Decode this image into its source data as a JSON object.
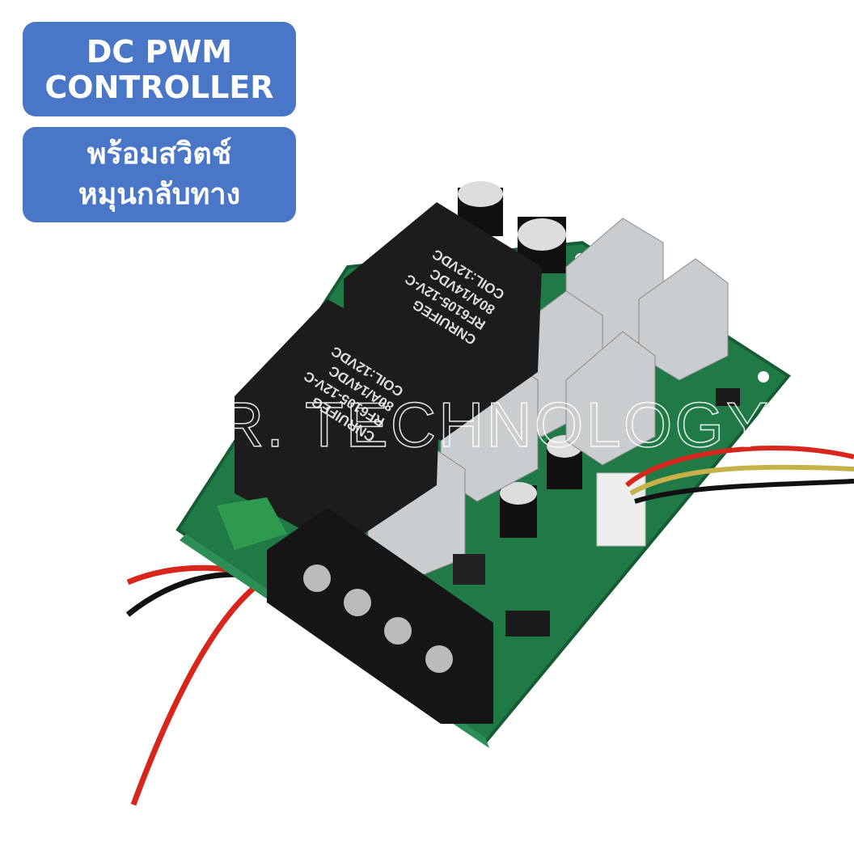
{
  "labels": {
    "title_line1": "DC PWM",
    "title_line2": "CONTROLLER",
    "subtitle_line1": "พร้อมสวิตช์",
    "subtitle_line2": "หมุนกลับทาง"
  },
  "relay_text": {
    "brand": "CNRUIFEG",
    "model": "RF6105-12V-C",
    "rating": "80A/14VDC",
    "coil": "COIL:12VDC"
  },
  "watermark": "R. TECHNOLOGY",
  "colors": {
    "label_bg": "#4a76c7",
    "board": "#1f7a45",
    "relay": "#1c1c1c",
    "wire_red": "#d8261c"
  }
}
